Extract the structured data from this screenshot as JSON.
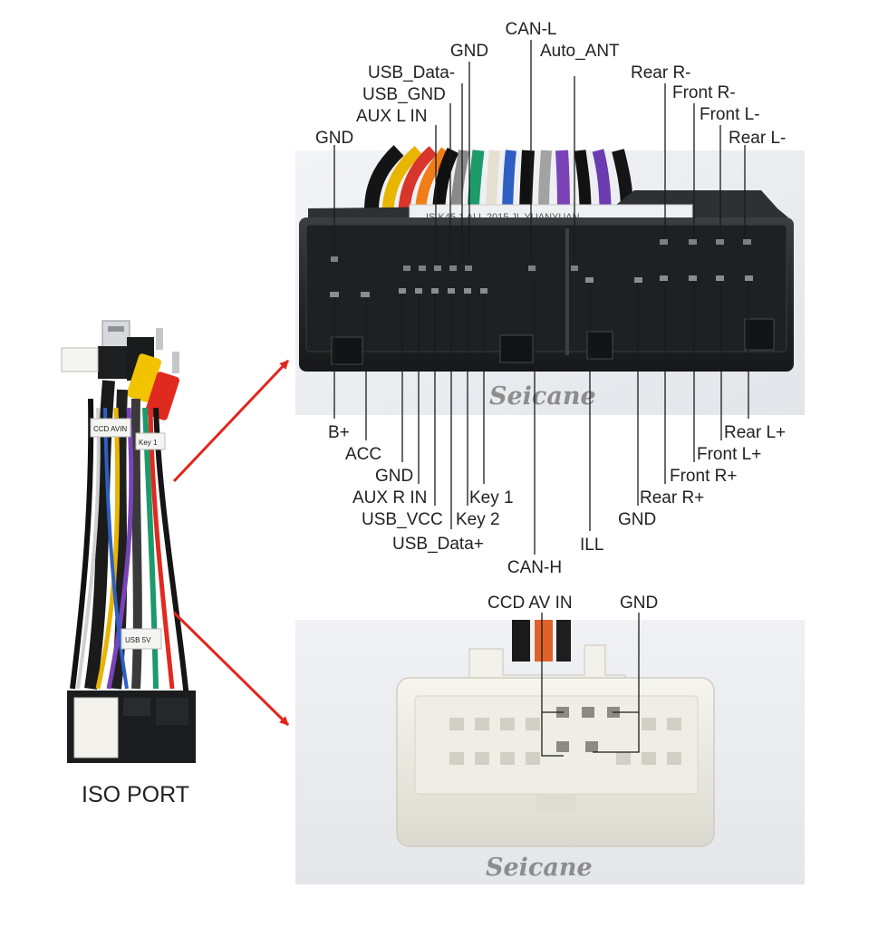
{
  "colors": {
    "arrow": "#e3261c",
    "connector_body": "#25272a",
    "white_connector": "#ecebe3",
    "watermark": "#8d8d8d",
    "label_text": "#222222"
  },
  "caption": "ISO PORT",
  "watermarks": [
    "Seicane",
    "Seicane"
  ],
  "main_connector": {
    "top_labels": [
      "CAN-L",
      "GND",
      "Auto_ANT",
      "USB_Data-",
      "Rear R-",
      "USB_GND",
      "Front R-",
      "AUX L IN",
      "Front L-",
      "GND",
      "Rear L-"
    ],
    "bottom_labels": [
      "B+",
      "ACC",
      "GND",
      "AUX R IN",
      "USB_VCC",
      "USB_Data+",
      "Key 1",
      "Key 2",
      "CAN-H",
      "ILL",
      "GND",
      "Rear R+",
      "Front R+",
      "Front L+",
      "Rear L+"
    ],
    "sticker_text": "IS K45 1 ALL  2015 JL YUANYUAN"
  },
  "ccd_connector": {
    "labels": [
      "CCD AV IN",
      "GND"
    ]
  },
  "harness_tags": [
    "CCD AVIN",
    "Key 1",
    "USB 5V"
  ],
  "icons": [
    "usb-plug-icon",
    "rca-plug-icon"
  ]
}
